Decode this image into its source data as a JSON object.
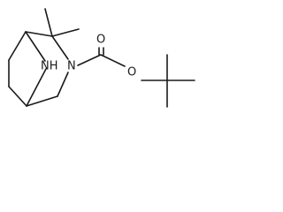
{
  "atoms": {
    "bridge_nitrogen": "NH",
    "ring_nitrogen": "N",
    "carbonyl_oxygen": "O",
    "ester_oxygen": "O"
  },
  "colors": {
    "background": "#ffffff",
    "bond": "#1a1a1a",
    "label": "#1a1a1a"
  }
}
